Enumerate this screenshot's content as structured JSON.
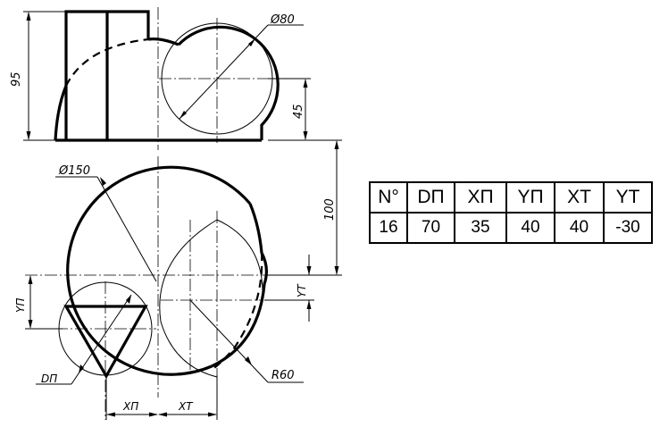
{
  "drawing": {
    "dims": {
      "height_front": "95",
      "dia_small": "Ø80",
      "height_small": "45",
      "dia_large": "Ø150",
      "offset_100": "100",
      "y_p": "YП",
      "y_t": "YТ",
      "d_p": "DП",
      "r60": "R60",
      "x_p": "XП",
      "x_t": "XТ"
    }
  },
  "table": {
    "headers": [
      "N°",
      "DП",
      "XП",
      "YП",
      "XТ",
      "YТ"
    ],
    "rows": [
      [
        "16",
        "70",
        "35",
        "40",
        "40",
        "-30"
      ]
    ]
  }
}
